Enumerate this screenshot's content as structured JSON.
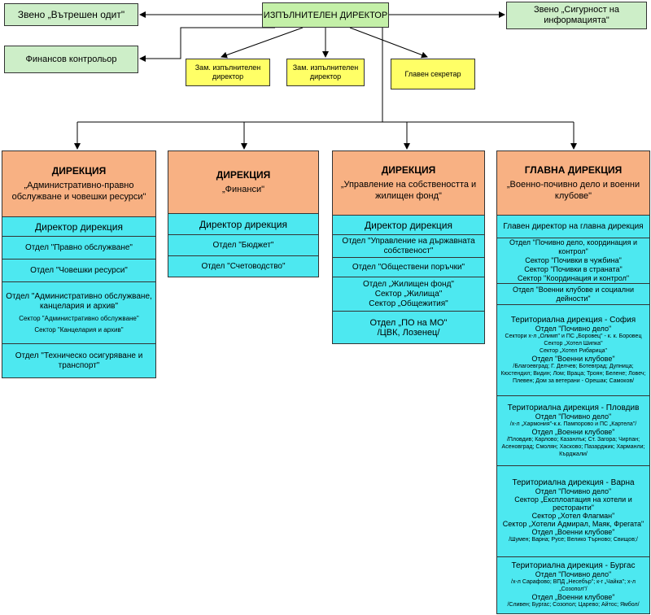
{
  "top": {
    "executive_director": "ИЗПЪЛНИТЕЛЕН ДИРЕКТОР",
    "internal_audit": "Звено „Вътрешен одит\"",
    "financial_controller": "Финансов контрольор",
    "info_security": "Звено „Сигурност на информацията\"",
    "deputy_1": "Зам. изпълнителен директор",
    "deputy_2": "Зам. изпълнителен директор",
    "chief_secretary": "Главен секретар"
  },
  "directorates": [
    {
      "title": "ДИРЕКЦИЯ",
      "name": "„Административно-правно обслужване и човешки ресурси\"",
      "director": "Директор дирекция",
      "units": [
        {
          "lines": [
            "Отдел \"Правно обслужване\""
          ]
        },
        {
          "lines": [
            "Отдел \"Човешки ресурси\""
          ]
        },
        {
          "lines": [
            "Отдел \"Административно обслужване, канцелария и архив\""
          ],
          "sub": [
            "Сектор \"Административно обслужване\"",
            "Сектор \"Канцелария и архив\""
          ]
        },
        {
          "lines": [
            "Отдел \"Техническо осигуряване и транспорт\""
          ]
        }
      ]
    },
    {
      "title": "ДИРЕКЦИЯ",
      "name": "„Финанси\"",
      "director": "Директор дирекция",
      "units": [
        {
          "lines": [
            "Отдел \"Бюджет\""
          ]
        },
        {
          "lines": [
            "Отдел \"Счетоводство\""
          ]
        }
      ]
    },
    {
      "title": "ДИРЕКЦИЯ",
      "name": "„Управление на собствеността и жилищен фонд\"",
      "director": "Директор дирекция",
      "units": [
        {
          "lines": [
            "Отдел \"Управление на държавната собственост\""
          ]
        },
        {
          "lines": [
            "Отдел \"Обществени поръчки\""
          ]
        },
        {
          "lines": [
            "Отдел „Жилищен фонд\"",
            "Сектор „Жилища\"",
            "Сектор „Общежития\""
          ]
        },
        {
          "lines": [
            "Отдел „ПО на МО\"",
            "/ЦВК, Лозенец/"
          ]
        }
      ]
    },
    {
      "title": "ГЛАВНА ДИРЕКЦИЯ",
      "name": "„Военно-почивно дело и военни клубове\"",
      "director": "Главен директор на главна дирекция",
      "units": [
        {
          "lines": [
            "Отдел \"Почивно дело, координация и контрол\"",
            "Сектор \"Почивки в чужбина\"",
            "Сектор \"Почивки в страната\"",
            "Сектор \"Координация и контрол\""
          ]
        },
        {
          "lines": [
            "Отдел \"Военни клубове и социални дейности\""
          ]
        },
        {
          "lines": [
            "Териториална дирекция - София",
            "Отдел \"Почивно дело\""
          ],
          "sub": [
            "Сектори х-л „Олимп\" и ПС „Боровец\" - к. к. Боровец",
            "Сектор „Хотел Шипка\"",
            "Сектор „Хотел Рибарица\""
          ],
          "lines2": [
            "Отдел \"Военни клубове\""
          ],
          "tiny": "/Благоевград; Г. Делчев; Ботевград; Дупница; Кюстендил; Видин; Лом; Враца; Троян; Белене; Ловеч; Плевен; Дом за ветерани - Орешак; Самоков/"
        },
        {
          "lines": [
            "Териториална дирекция - Пловдив",
            "Отдел \"Почивно дело\""
          ],
          "sub": [
            "/х-л „Хармония\"-к.к. Пампорово и ПС „Картела\"/"
          ],
          "lines2": [
            "Отдел „Военни клубове\""
          ],
          "tiny": "/Пловдив; Карлово; Казанлък; Ст. Загора; Чирпан; Асеновград; Смолян; Хасково; Пазарджик; Харманли; Кърджали/"
        },
        {
          "lines": [
            "Териториална дирекция - Варна",
            "Отдел \"Почивно дело\"",
            "Сектор „Експлоатация на хотели и ресторанти\"",
            "Сектор „Хотел Флагман\"",
            "Сектор „Хотели Адмирал, Маяк, Фрегата\"",
            "Отдел „Военни клубове\""
          ],
          "tiny": "/Шумен; Варна; Русе; Велико Търново; Свищов;/"
        },
        {
          "lines": [
            "Териториална дирекция - Бургас",
            "Отдел \"Почивно дело\""
          ],
          "sub": [
            "/х-л Сарафово; ВПД „Несебър\"; к-г „Чайка\"; х-л „Созопол\"/"
          ],
          "lines2": [
            "Отдел „Военни клубове\""
          ],
          "tiny": "/Сливен; Бургас; Созопол; Царево; Айтос; Ямбол/"
        }
      ]
    }
  ]
}
